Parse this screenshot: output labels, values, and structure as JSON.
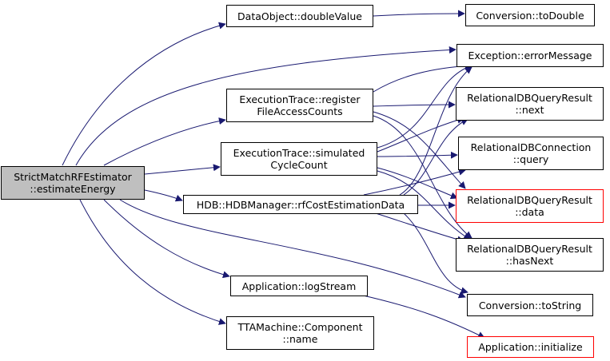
{
  "nodes": {
    "root": [
      "StrictMatchRFEstimator",
      "::estimateEnergy"
    ],
    "doubleValue": [
      "DataObject::doubleValue"
    ],
    "toDouble": [
      "Conversion::toDouble"
    ],
    "errorMessage": [
      "Exception::errorMessage"
    ],
    "register": [
      "ExecutionTrace::register",
      "FileAccessCounts"
    ],
    "next": [
      "RelationalDBQueryResult",
      "::next"
    ],
    "simulated": [
      "ExecutionTrace::simulated",
      "CycleCount"
    ],
    "query": [
      "RelationalDBConnection",
      "::query"
    ],
    "rfCost": [
      "HDB::HDBManager::rfCostEstimationData"
    ],
    "data": [
      "RelationalDBQueryResult",
      "::data"
    ],
    "hasNext": [
      "RelationalDBQueryResult",
      "::hasNext"
    ],
    "logStream": [
      "Application::logStream"
    ],
    "toString": [
      "Conversion::toString"
    ],
    "component": [
      "TTAMachine::Component",
      "::name"
    ],
    "initialize": [
      "Application::initialize"
    ]
  },
  "colors": {
    "edge": "#191970",
    "root_fill": "#bfbfbf",
    "border": "#000000",
    "missing_border": "#ff0000"
  }
}
